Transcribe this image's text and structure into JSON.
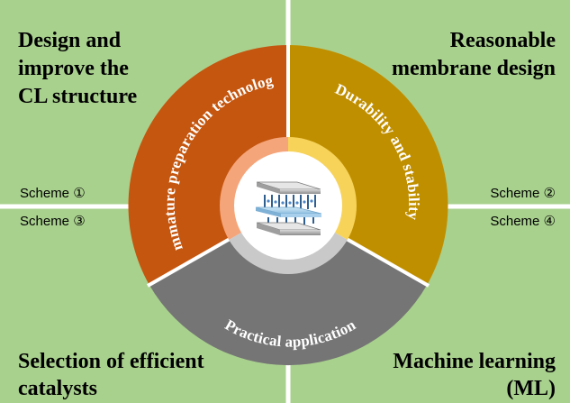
{
  "quadrants": {
    "top_left": "Design and improve the CL structure",
    "top_left_lines": [
      "Design and",
      "improve the",
      "CL structure"
    ],
    "top_right": "Reasonable membrane design",
    "top_right_lines": [
      "Reasonable",
      "membrane design"
    ],
    "bottom_left": "Selection of efficient catalysts",
    "bottom_left_lines": [
      "Selection of efficient",
      "catalysts"
    ],
    "bottom_right": "Machine learning (ML)",
    "bottom_right_lines": [
      "Machine learning",
      "(ML)"
    ]
  },
  "schemes": {
    "scheme_1": "Scheme ①",
    "scheme_2": "Scheme ②",
    "scheme_3": "Scheme ③",
    "scheme_4": "Scheme ④"
  },
  "segments": {
    "left": {
      "label": "Immature preparation technology",
      "color": "#c4560f",
      "ring_color": "#f5a57a"
    },
    "right": {
      "label": "Durability and stability",
      "color": "#c08f00",
      "ring_color": "#f7d35a"
    },
    "bottom": {
      "label": "Practical application",
      "color": "#757575",
      "ring_color": "#c9c9c9"
    }
  },
  "colors": {
    "background": "#a9d18e",
    "divider": "#ffffff",
    "center": "#ffffff",
    "label_text": "#ffffff",
    "quadrant_text": "#000000"
  },
  "center_icon": "fuel-cell-mea-icon"
}
